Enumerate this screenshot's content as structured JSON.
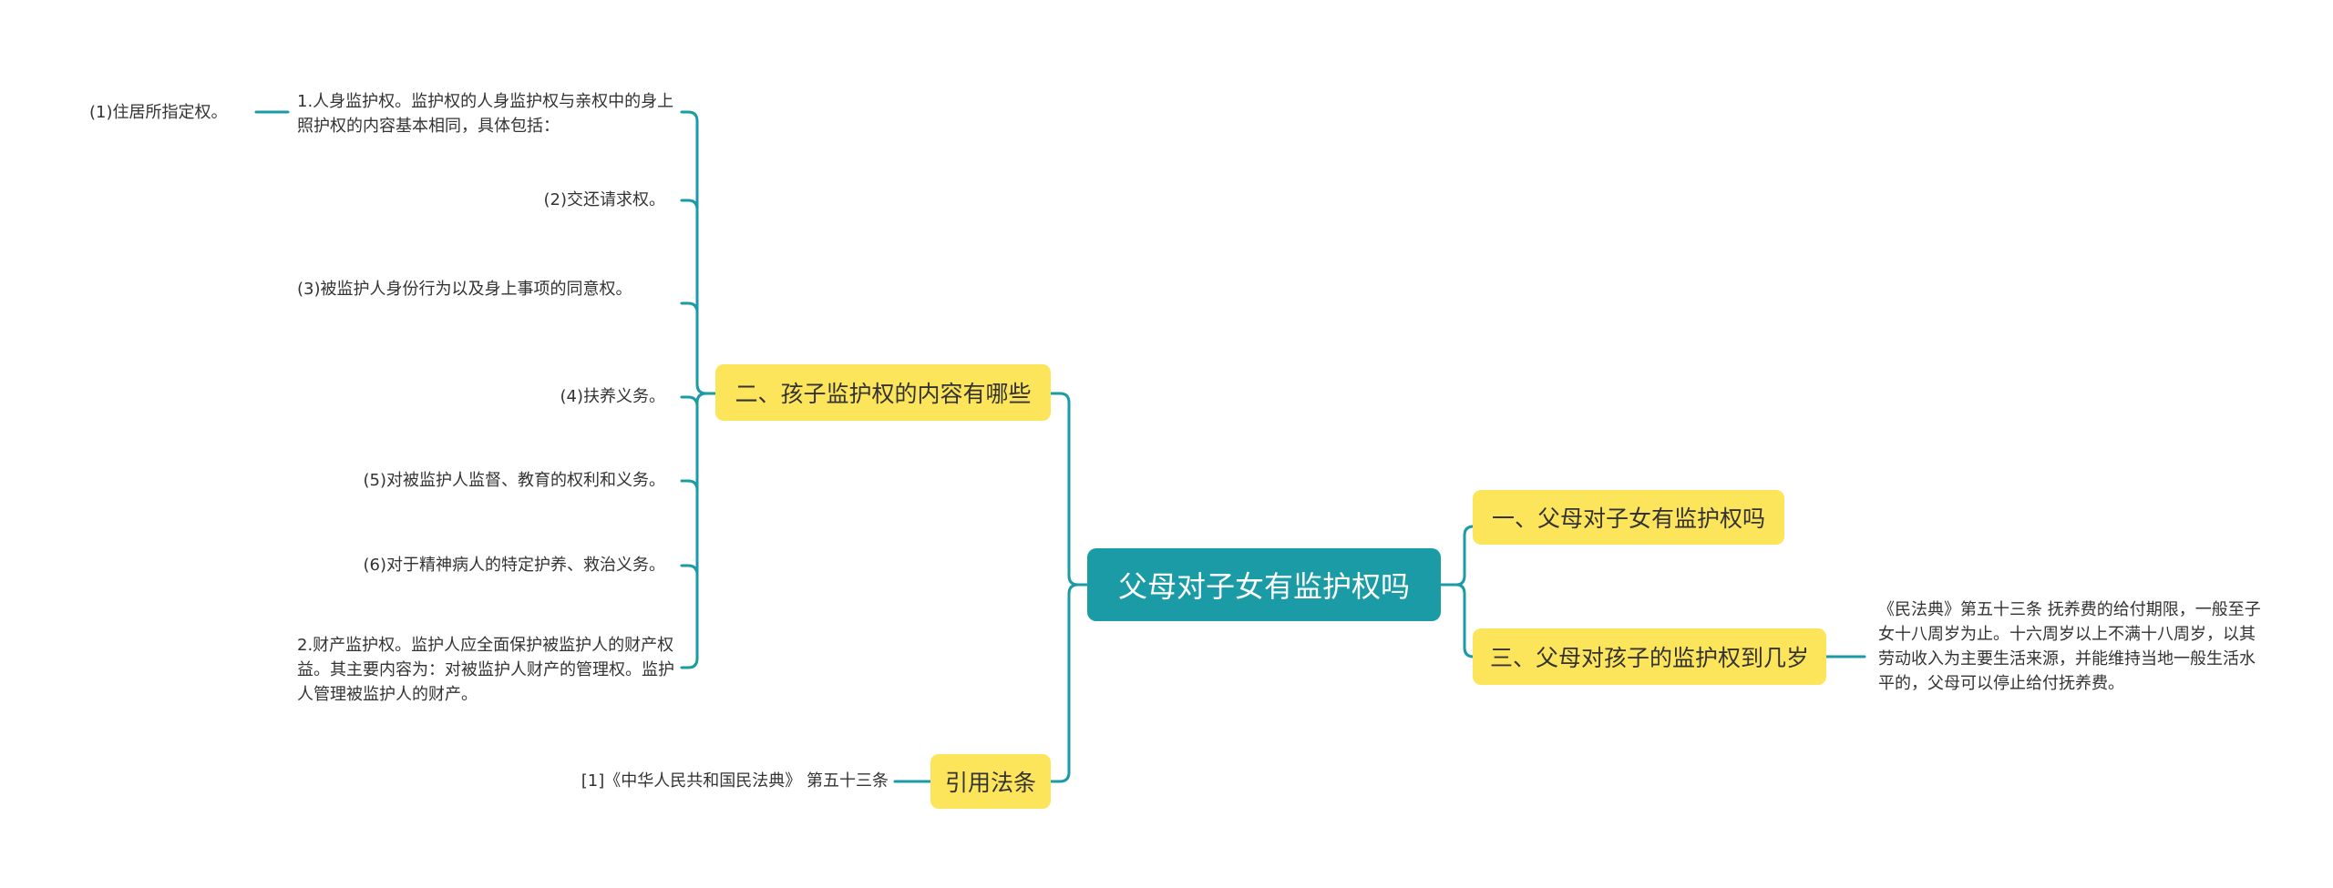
{
  "root": "父母对子女有监护权吗",
  "branches": {
    "b1": "一、父母对子女有监护权吗",
    "b2": "二、孩子监护权的内容有哪些",
    "b3": "三、父母对孩子的监护权到几岁",
    "b4": "引用法条"
  },
  "leaves": {
    "personal": "1.人身监护权。监护权的人身监护权与亲权中的身上照护权的内容基本相同，具体包括：",
    "residence": "(1)住居所指定权。",
    "return_claim": "(2)交还请求权。",
    "consent": "(3)被监护人身份行为以及身上事项的同意权。",
    "support": "(4)扶养义务。",
    "supervise": "(5)对被监护人监督、教育的权利和义务。",
    "mental": "(6)对于精神病人的特定护养、救治义务。",
    "property": "2.财产监护权。监护人应全面保护被监护人的财产权益。其主要内容为：对被监护人财产的管理权。监护人管理被监护人的财产。",
    "age_rule": "《民法典》第五十三条 抚养费的给付期限，一般至子女十八周岁为止。十六周岁以上不满十八周岁，以其劳动收入为主要生活来源，并能维持当地一般生活水平的，父母可以停止给付抚养费。",
    "citation": "[1]《中华人民共和国民法典》 第五十三条"
  },
  "colors": {
    "line": "#1a9ba6",
    "root": "#1a9ba6",
    "branch": "#fde55b",
    "text": "#333333"
  }
}
